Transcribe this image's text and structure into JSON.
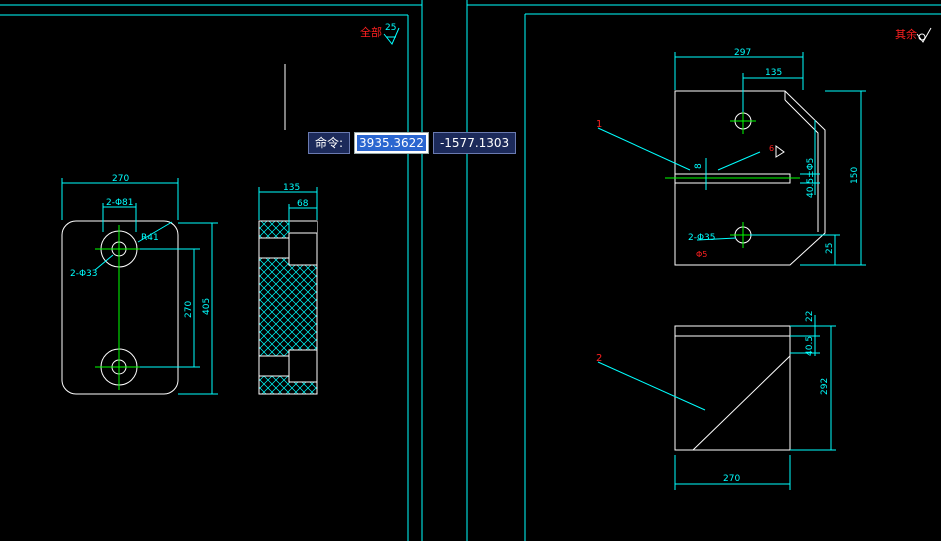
{
  "command_line": {
    "label": "命令:",
    "x_value": "3935.3622",
    "y_value": "-1577.1303"
  },
  "left_sheet": {
    "roughness_note": "全部",
    "roughness_value": "25",
    "front_view": {
      "width_dim": "270",
      "hole_spacing_label": "2-Φ81",
      "radius_label": "R41",
      "counterbore_label": "2-Φ33",
      "inner_height_dim": "270",
      "outer_height_dim": "405"
    },
    "side_view": {
      "width_dim": "135",
      "counterbore_depth_dim": "68"
    }
  },
  "right_sheet": {
    "roughness_note": "其余",
    "top_view": {
      "part_no": "1",
      "width_dim": "297",
      "partial_dim": "135",
      "height_dim": "150",
      "slot_dim": "40.5±Φ5",
      "small_dim": "8",
      "hole_label": "2-Φ35",
      "hole_sub": "Φ5",
      "bottom_dim": "25",
      "weld_symbol": "6"
    },
    "bottom_view": {
      "part_no": "2",
      "plate_thickness_dim": "22",
      "offset_dim": "40.5",
      "height_dim": "292",
      "width_dim": "270"
    }
  },
  "colors": {
    "line": "#ffffff",
    "dimension": "#00ffff",
    "accent": "#ff2020",
    "centerline": "#00ff00",
    "border": "#00ffff"
  }
}
